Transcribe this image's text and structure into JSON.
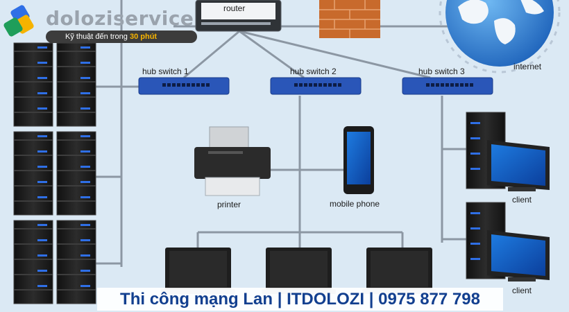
{
  "brand": {
    "name": "doloziservice",
    "tagline_prefix": "Kỹ thuật đến trong",
    "tagline_highlight": "30 phút"
  },
  "labels": {
    "router": "router",
    "hub1": "hub switch 1",
    "hub2": "hub switch 2",
    "hub3": "hub switch 3",
    "internet": "internet",
    "printer": "printer",
    "mobile": "mobile phone",
    "client1": "client",
    "client2": "client"
  },
  "banner": "Thi công mạng Lan | ITDOLOZI | 0975 877 798",
  "colors": {
    "background": "#dbe9f4",
    "switch": "#2a56b8",
    "server": "#1c1c1c",
    "server_led": "#2f6fe6",
    "cable": "#8c97a3",
    "firewall": "#c86a2c",
    "banner_text": "#123f8f",
    "accent": "#f6b300"
  },
  "icons": [
    "logo-icon",
    "router-icon",
    "firewall-icon",
    "globe-icon",
    "switch-icon",
    "server-icon",
    "printer-icon",
    "phone-icon",
    "monitor-icon",
    "laptop-icon"
  ]
}
